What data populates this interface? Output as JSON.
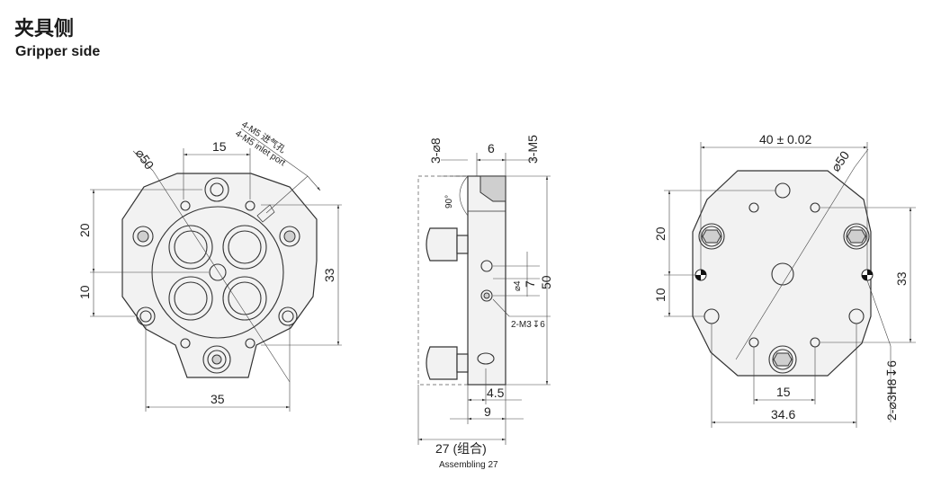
{
  "header": {
    "title_cn": "夹具侧",
    "title_en": "Gripper side"
  },
  "views": {
    "left": {
      "dims": {
        "dia": "⌀50",
        "top": "15",
        "port_a": "4-M5 进气孔",
        "port_b": "4-M5 inlet port",
        "h20": "20",
        "h10": "10",
        "h33": "33",
        "w35": "35"
      }
    },
    "middle": {
      "dims": {
        "d8": "3-⌀8",
        "w6": "6",
        "m5": "3-M5",
        "angle": "90°",
        "d4": "⌀4",
        "h7": "7",
        "h50": "50",
        "m3": "2-M3",
        "m3depth": "6",
        "w45": "4.5",
        "w9": "9",
        "w27": "27 (组合)",
        "assembling": "Assembling 27"
      }
    },
    "right": {
      "dims": {
        "tol": "40 ± 0.02",
        "dia": "⌀50",
        "h20": "20",
        "h10": "10",
        "h33": "33",
        "w15": "15",
        "w346": "34.6",
        "pin": "2-⌀3H8",
        "pindepth": "6"
      }
    }
  }
}
